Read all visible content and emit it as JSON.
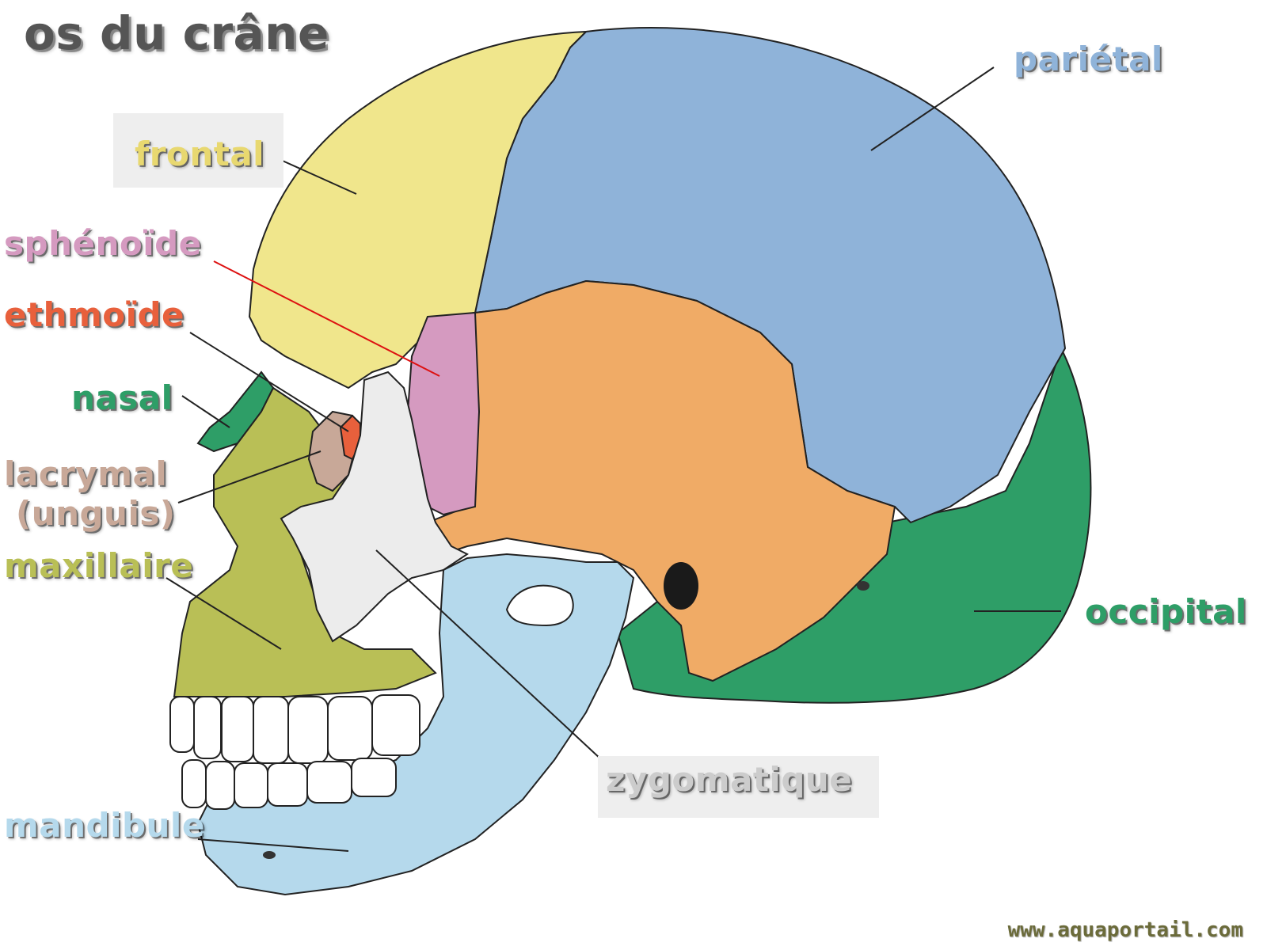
{
  "title": "os du crâne",
  "colors": {
    "frontal": "#f0e68c",
    "parietal": "#8fb3d9",
    "sphenoide": "#d59ac0",
    "ethmoide": "#e8603c",
    "nasal": "#2e9e67",
    "lacrymal": "#c8a898",
    "maxillaire": "#b9bf56",
    "mandibule": "#b5d9ec",
    "zygomatique": "#ececec",
    "temporal": "#f0ab66",
    "occipital": "#2e9e67"
  },
  "labels": {
    "frontal": "frontal",
    "parietal": "pariétal",
    "sphenoide": "sphénoïde",
    "ethmoide": "ethmoïde",
    "nasal": "nasal",
    "lacrymal_1": "lacrymal",
    "lacrymal_2": "(unguis)",
    "maxillaire": "maxillaire",
    "occipital": "occipital",
    "zygomatique": "zygomatique",
    "mandibule": "mandibule"
  },
  "credit": "www.aquaportail.com"
}
